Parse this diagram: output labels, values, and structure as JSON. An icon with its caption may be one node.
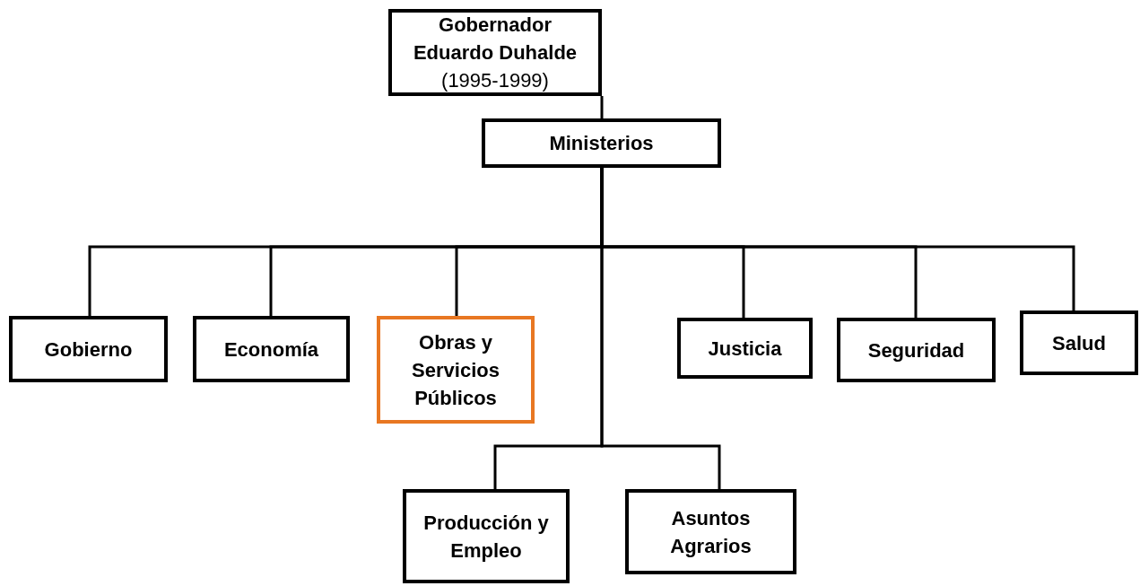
{
  "diagram": {
    "nodes": [
      {
        "text": [
          "Gobernador Eduardo Duhalde",
          "(1995-1999)"
        ]
      },
      {
        "text": [
          "Ministerios"
        ]
      },
      {
        "text": [
          "Gobierno"
        ]
      },
      {
        "text": [
          "Economía"
        ]
      },
      {
        "text": [
          "Obras y Servicios Públicos"
        ]
      },
      {
        "text": [
          "Justicia"
        ]
      },
      {
        "text": [
          "Seguridad"
        ]
      },
      {
        "text": [
          "Salud"
        ]
      },
      {
        "text": [
          "Producción y Empleo"
        ]
      },
      {
        "text": [
          "Asuntos Agrarios"
        ]
      }
    ],
    "edges": [
      {
        "from": 0,
        "to": 1,
        "arrow": "none"
      },
      {
        "from": 1,
        "to": 2,
        "arrow": "none"
      },
      {
        "from": 1,
        "to": 3,
        "arrow": "none"
      },
      {
        "from": 1,
        "to": 4,
        "arrow": "none"
      },
      {
        "from": 1,
        "to": 5,
        "arrow": "none"
      },
      {
        "from": 1,
        "to": 6,
        "arrow": "none"
      },
      {
        "from": 1,
        "to": 7,
        "arrow": "none"
      },
      {
        "from": 1,
        "to": 8,
        "arrow": "none"
      },
      {
        "from": 1,
        "to": 9,
        "arrow": "none"
      }
    ]
  }
}
